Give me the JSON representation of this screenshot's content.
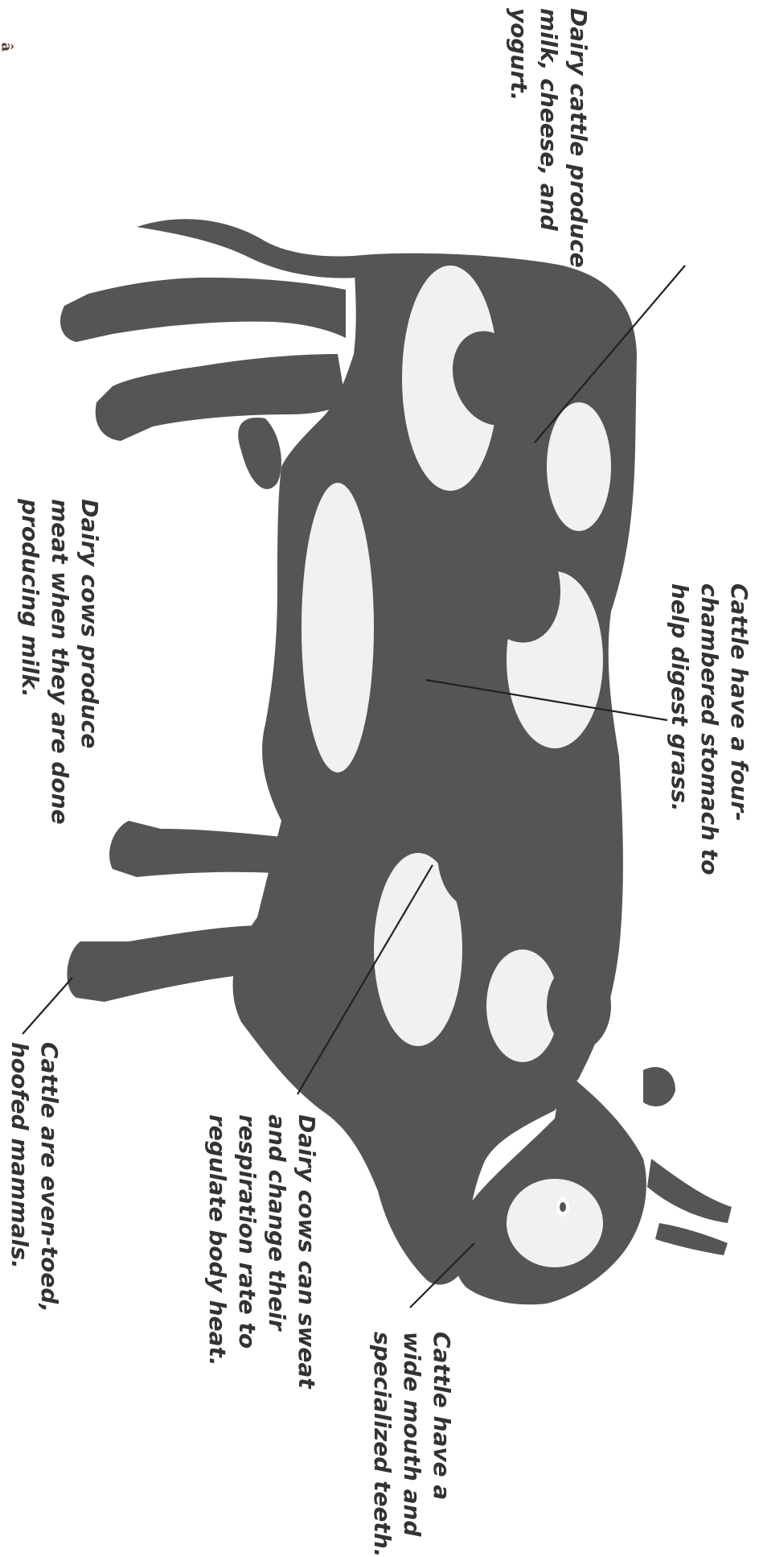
{
  "colors": {
    "ink": "#333333",
    "cow": "#555555",
    "leader": "#222222",
    "mark": "#5a3a28"
  },
  "labels": {
    "dairy_products": [
      "Dairy cattle produce",
      "milk, cheese, and",
      "yogurt."
    ],
    "stomach": [
      "Cattle have a four-",
      "chambered stomach to",
      "help digest grass."
    ],
    "meat": [
      "Dairy cows produce",
      "meat when they are done",
      "producing milk."
    ],
    "sweat": [
      "Dairy cows can sweat",
      "and change their",
      "respiration rate to",
      "regulate body heat."
    ],
    "mouth": [
      "Cattle have a",
      "wide mouth and",
      "specialized teeth."
    ],
    "hooves": [
      "Cattle are even-toed,",
      "hoofed mammals."
    ]
  },
  "corner_mark": "â"
}
